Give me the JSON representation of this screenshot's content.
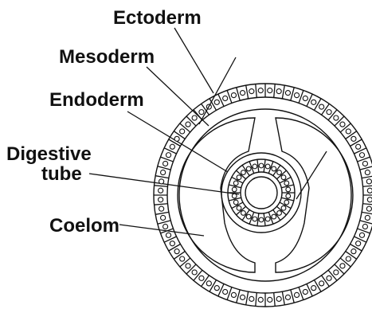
{
  "labels": {
    "ectoderm": "Ectoderm",
    "mesoderm": "Mesoderm",
    "endoderm": "Endoderm",
    "digestive_line1": "Digestive",
    "digestive_line2": "tube",
    "coelom": "Coelom"
  },
  "colors": {
    "ink": "#111111",
    "background": "#ffffff"
  }
}
